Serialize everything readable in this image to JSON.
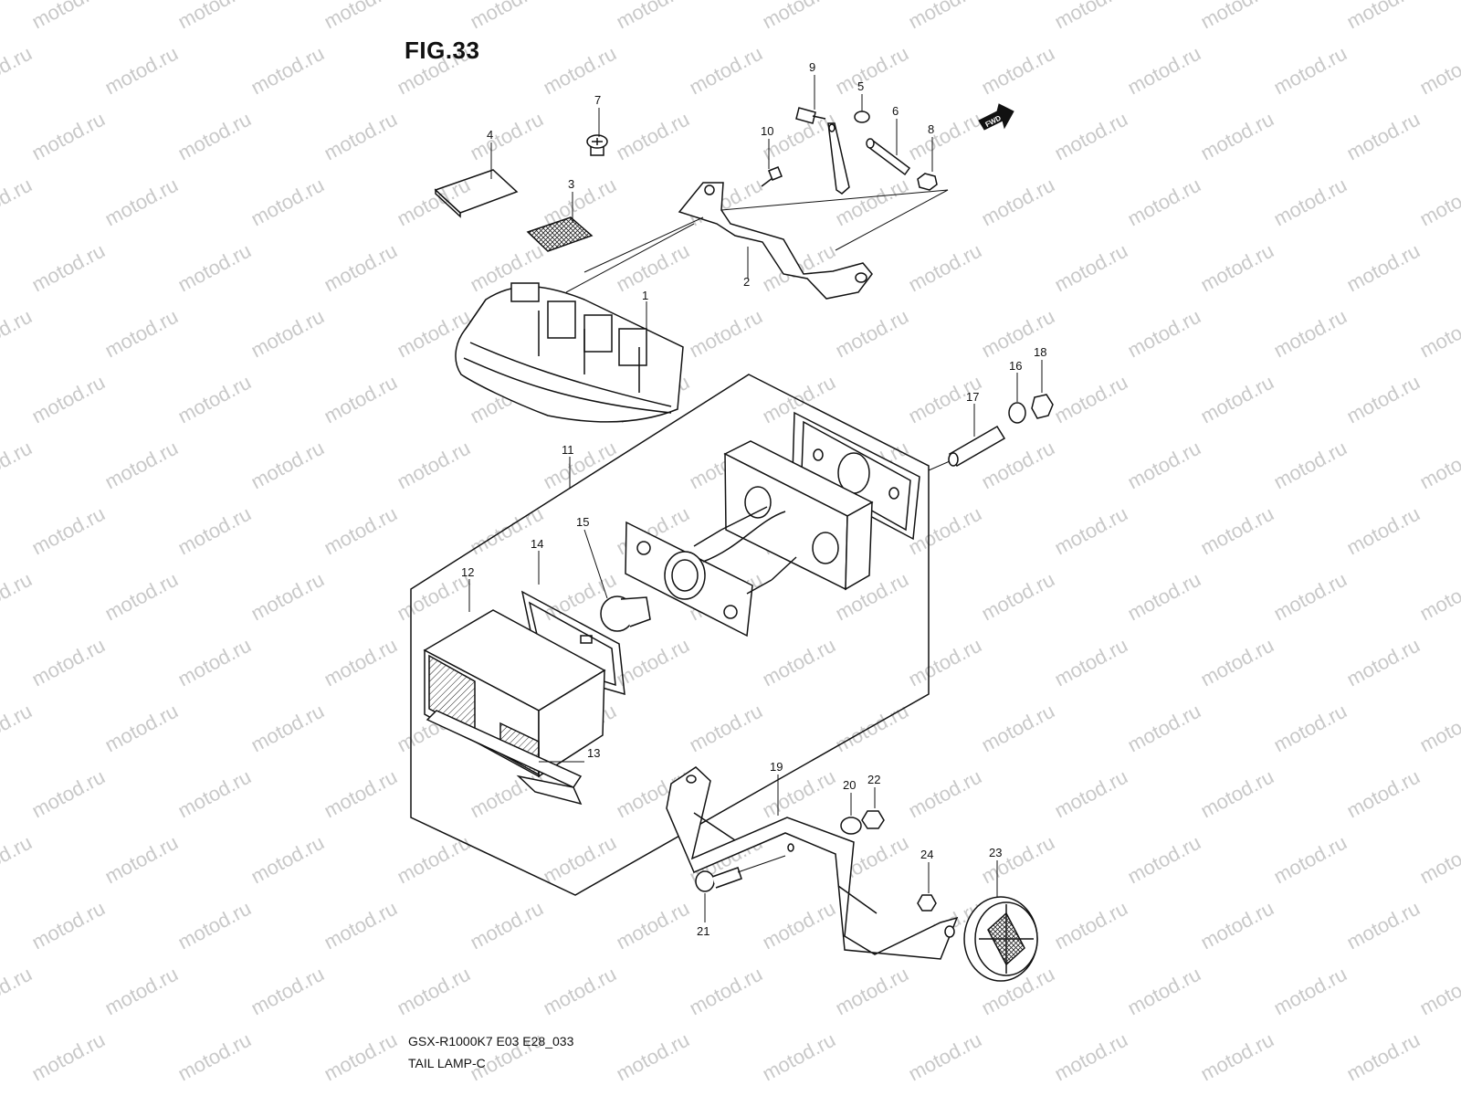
{
  "figure": {
    "title": "FIG.33",
    "code": "GSX-R1000K7 E03 E28_033",
    "name": "TAIL LAMP-C",
    "watermark": "motod.ru",
    "direction_label": "FWD"
  },
  "callouts": [
    {
      "id": "c1",
      "label": "1"
    },
    {
      "id": "c2",
      "label": "2"
    },
    {
      "id": "c3",
      "label": "3"
    },
    {
      "id": "c4",
      "label": "4"
    },
    {
      "id": "c5",
      "label": "5"
    },
    {
      "id": "c6",
      "label": "6"
    },
    {
      "id": "c7",
      "label": "7"
    },
    {
      "id": "c8",
      "label": "8"
    },
    {
      "id": "c9",
      "label": "9"
    },
    {
      "id": "c10",
      "label": "10"
    },
    {
      "id": "c11",
      "label": "11"
    },
    {
      "id": "c12",
      "label": "12"
    },
    {
      "id": "c13",
      "label": "13"
    },
    {
      "id": "c14",
      "label": "14"
    },
    {
      "id": "c15",
      "label": "15"
    },
    {
      "id": "c16",
      "label": "16"
    },
    {
      "id": "c17",
      "label": "17"
    },
    {
      "id": "c18",
      "label": "18"
    },
    {
      "id": "c19",
      "label": "19"
    },
    {
      "id": "c20",
      "label": "20"
    },
    {
      "id": "c21",
      "label": "21"
    },
    {
      "id": "c22",
      "label": "22"
    },
    {
      "id": "c23",
      "label": "23"
    },
    {
      "id": "c24",
      "label": "24"
    }
  ],
  "colors": {
    "line": "#111111",
    "watermark": "#c9c9c9",
    "background": "#ffffff"
  }
}
